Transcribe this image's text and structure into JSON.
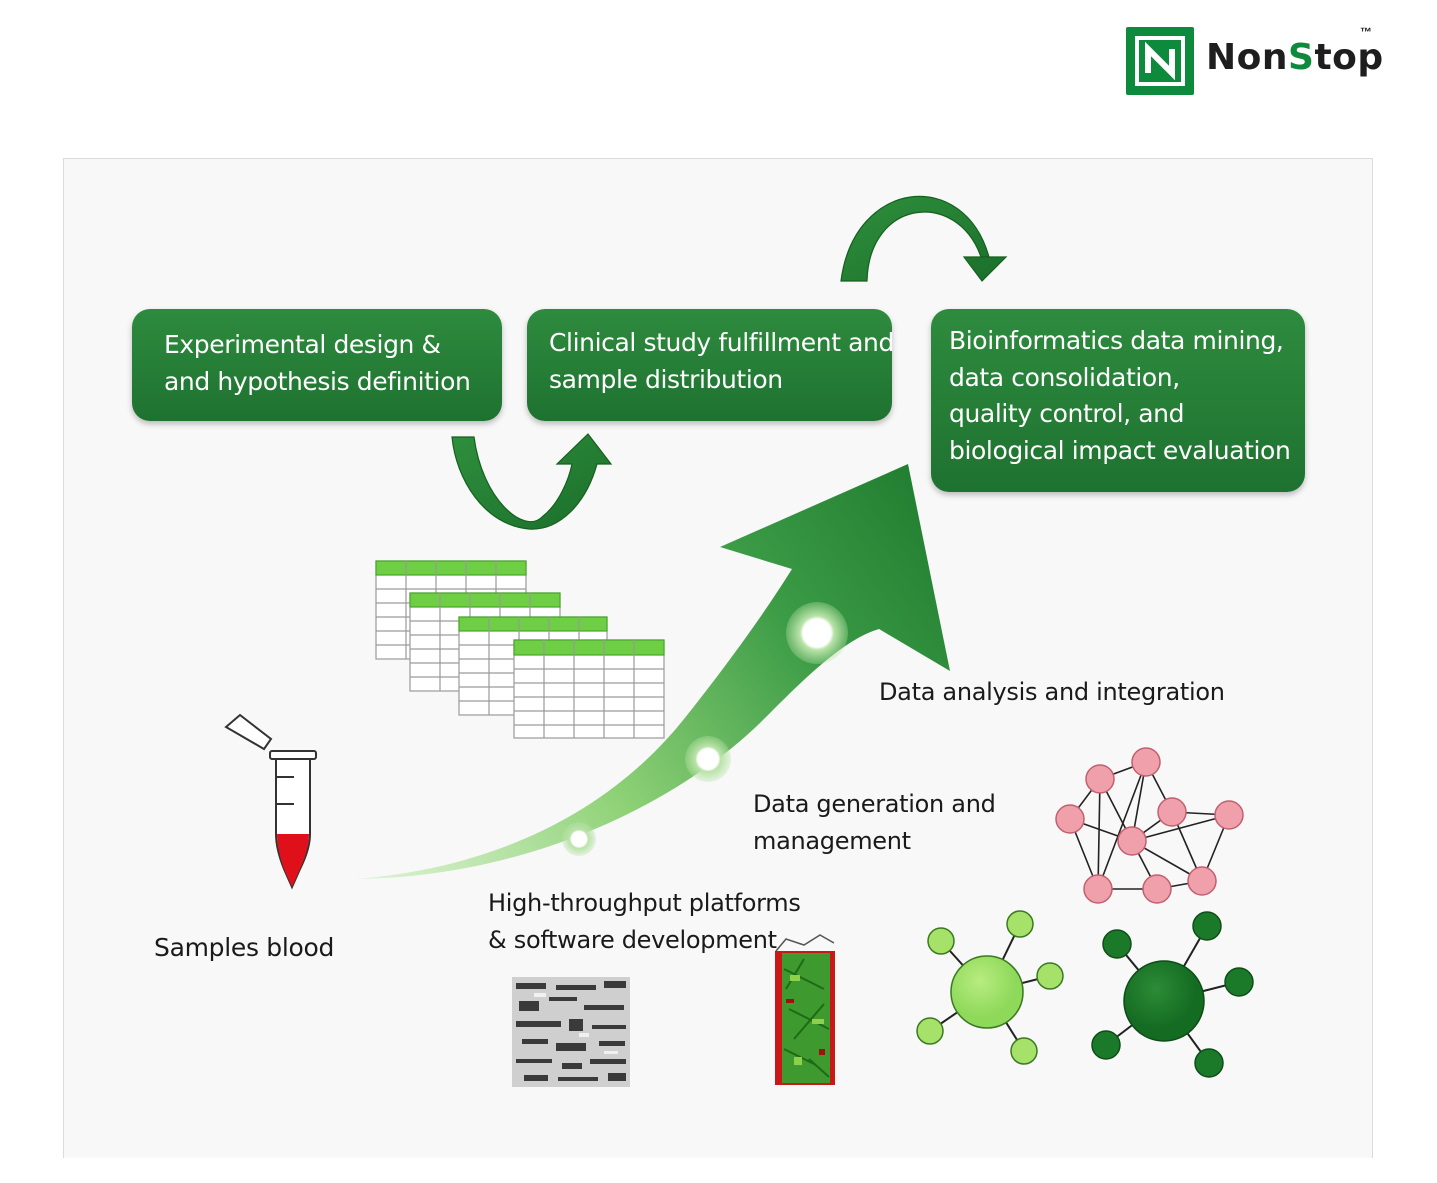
{
  "brand": {
    "name_prefix": "Non",
    "name_highlight": "S",
    "name_suffix": "top",
    "trademark": "™",
    "color": "#0e8a3c"
  },
  "stages": [
    {
      "lines": [
        "Experimental design &",
        "and hypothesis definition"
      ]
    },
    {
      "lines": [
        "Clinical study fulfillment and",
        "sample distribution"
      ]
    },
    {
      "lines": [
        "Bioinformatics data mining,",
        "data consolidation,",
        "quality control, and",
        "biological impact evaluation"
      ]
    }
  ],
  "captions": {
    "analysis": [
      "Data analysis and integration"
    ],
    "generation": [
      "Data generation and",
      "management"
    ],
    "platforms": [
      "High-throughput platforms",
      "& software development"
    ],
    "samples": [
      "Samples blood"
    ]
  },
  "colors": {
    "box_green": "#1e7230",
    "arrow_green": "#1e7a2e",
    "light_green": "#8fd96a",
    "table_header": "#6ecf45",
    "blood_red": "#e0101a",
    "node_pink": "#f0a0aa",
    "node_light_green": "#a6e26a",
    "node_dark_green": "#1a7a2a"
  }
}
